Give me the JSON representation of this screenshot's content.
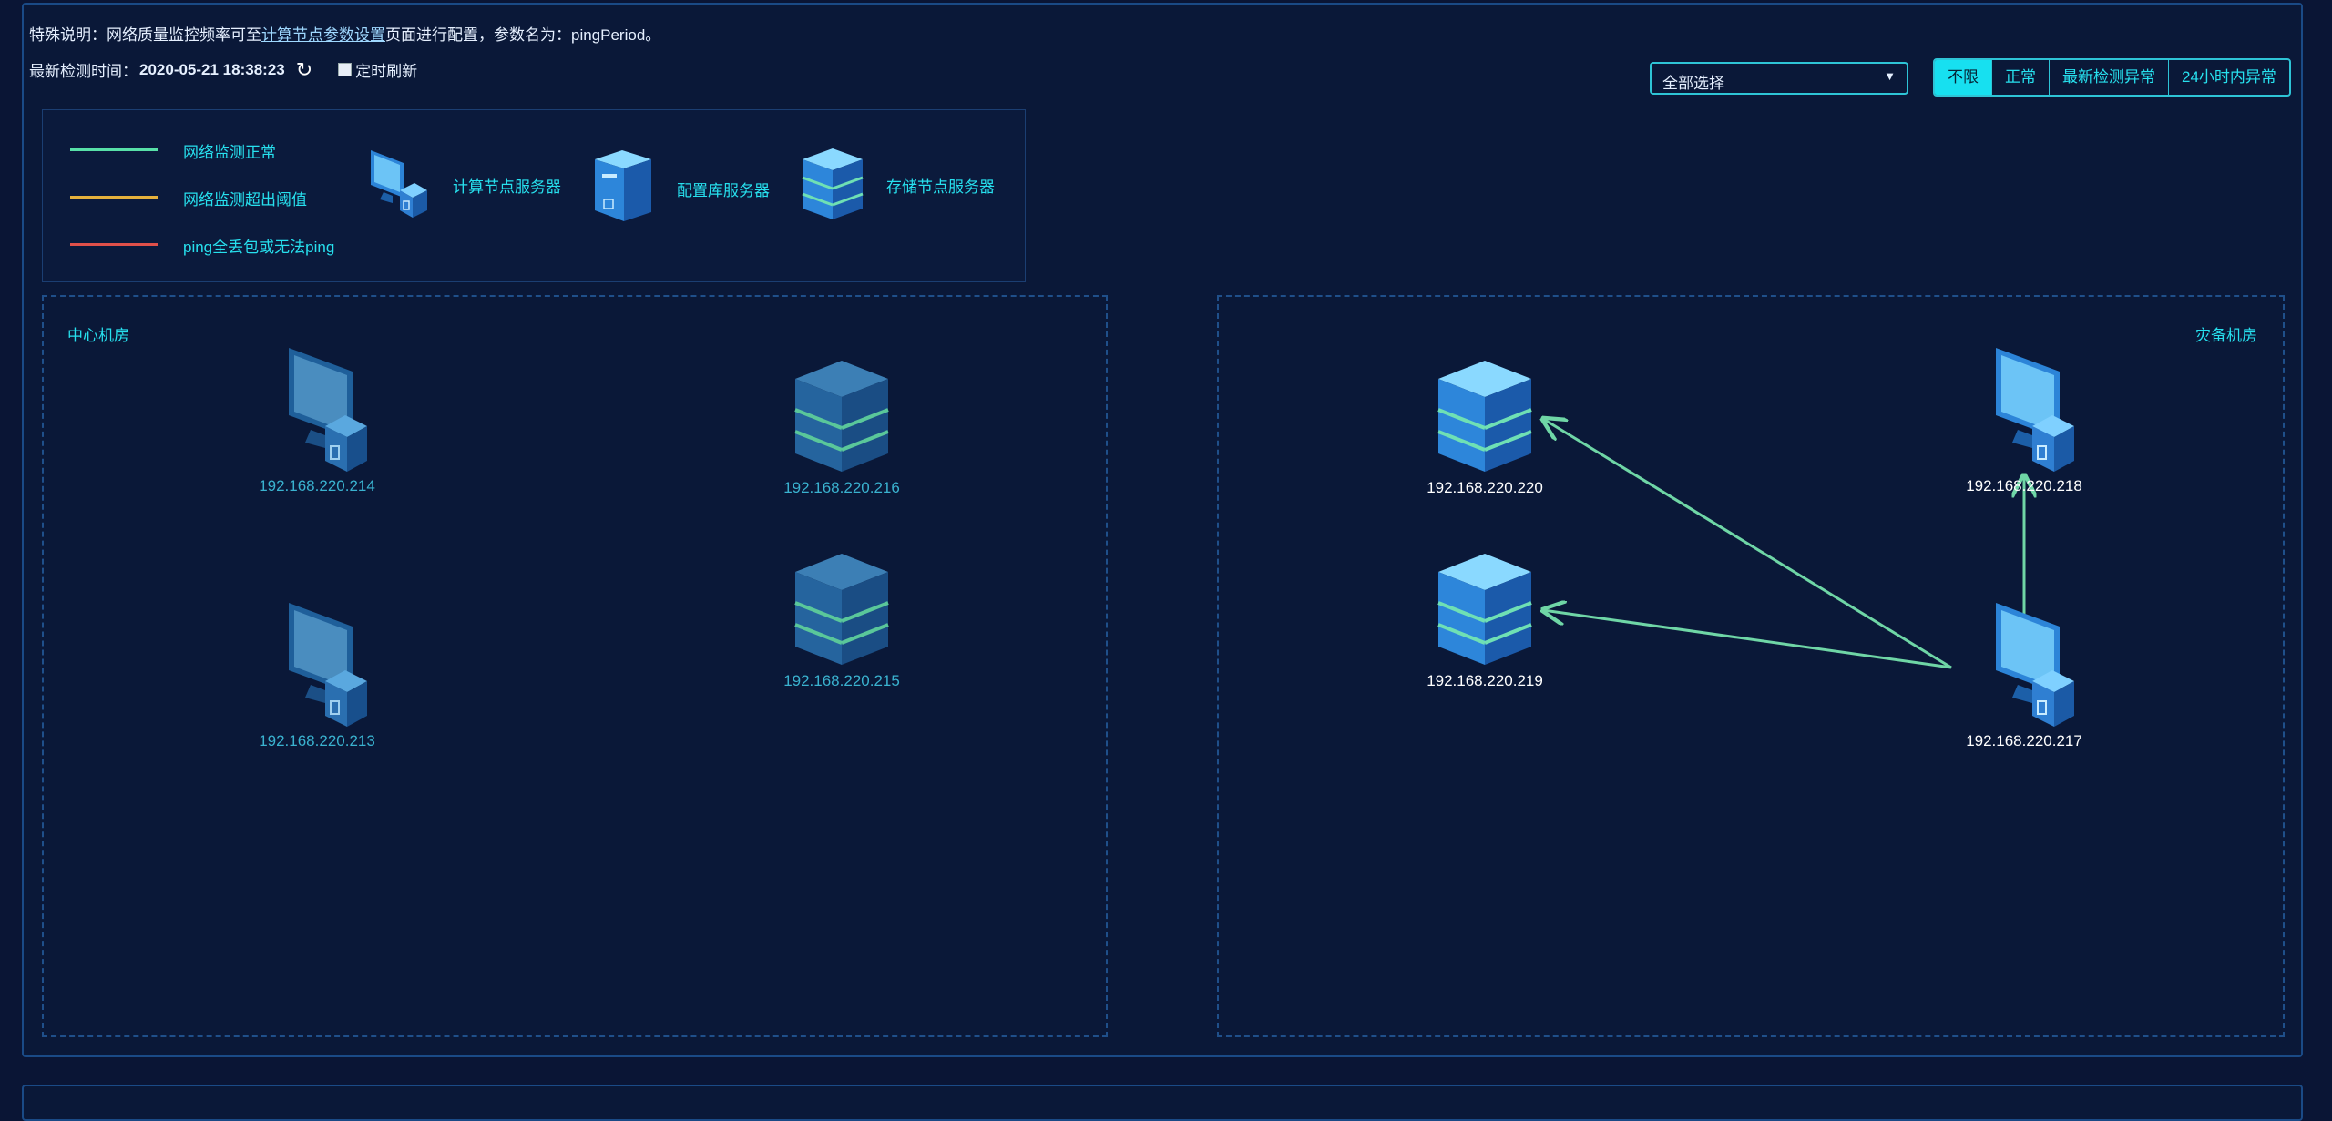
{
  "notice": {
    "prefix": "特殊说明：网络质量监控频率可至",
    "link": "计算节点参数设置",
    "suffix": "页面进行配置，参数名为：pingPeriod。"
  },
  "check": {
    "label": "最新检测时间：",
    "time": "2020-05-21 18:38:23",
    "auto_refresh": "定时刷新"
  },
  "select": {
    "value": "全部选择"
  },
  "filters": [
    "不限",
    "正常",
    "最新检测异常",
    "24小时内异常"
  ],
  "legend": {
    "lines": [
      {
        "label": "网络监测正常",
        "color": "#58e0a8"
      },
      {
        "label": "网络监测超出阈值",
        "color": "#e6b13c"
      },
      {
        "label": "ping全丢包或无法ping",
        "color": "#e0504a"
      }
    ],
    "types": [
      "计算节点服务器",
      "配置库服务器",
      "存储节点服务器"
    ]
  },
  "zones": {
    "center": {
      "title": "中心机房"
    },
    "dr": {
      "title": "灾备机房"
    }
  },
  "nodes": {
    "n214": "192.168.220.214",
    "n216": "192.168.220.216",
    "n213": "192.168.220.213",
    "n215": "192.168.220.215",
    "n220": "192.168.220.220",
    "n218": "192.168.220.218",
    "n219": "192.168.220.219",
    "n217": "192.168.220.217"
  },
  "colors": {
    "accent": "#27e0ee",
    "link_normal": "#6fd6a6",
    "background": "#0a1535"
  }
}
